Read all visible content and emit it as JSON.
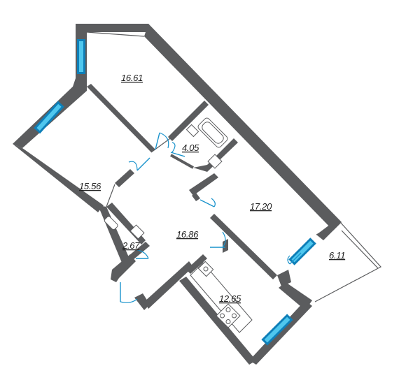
{
  "floorplan": {
    "rooms": [
      {
        "id": "bedroom-top",
        "area": "16.61"
      },
      {
        "id": "bathroom",
        "area": "4.05"
      },
      {
        "id": "bedroom-left",
        "area": "15.56"
      },
      {
        "id": "living-room",
        "area": "17.20"
      },
      {
        "id": "toilet",
        "area": "2.67"
      },
      {
        "id": "hall",
        "area": "16.86"
      },
      {
        "id": "kitchen",
        "area": "12.65"
      },
      {
        "id": "balcony",
        "area": "6.11"
      }
    ],
    "colors": {
      "wall": "#5b5c5e",
      "window_frame": "#0e7fb8",
      "window_glass": "#4fc7ee",
      "door": "#1a93cc"
    }
  }
}
